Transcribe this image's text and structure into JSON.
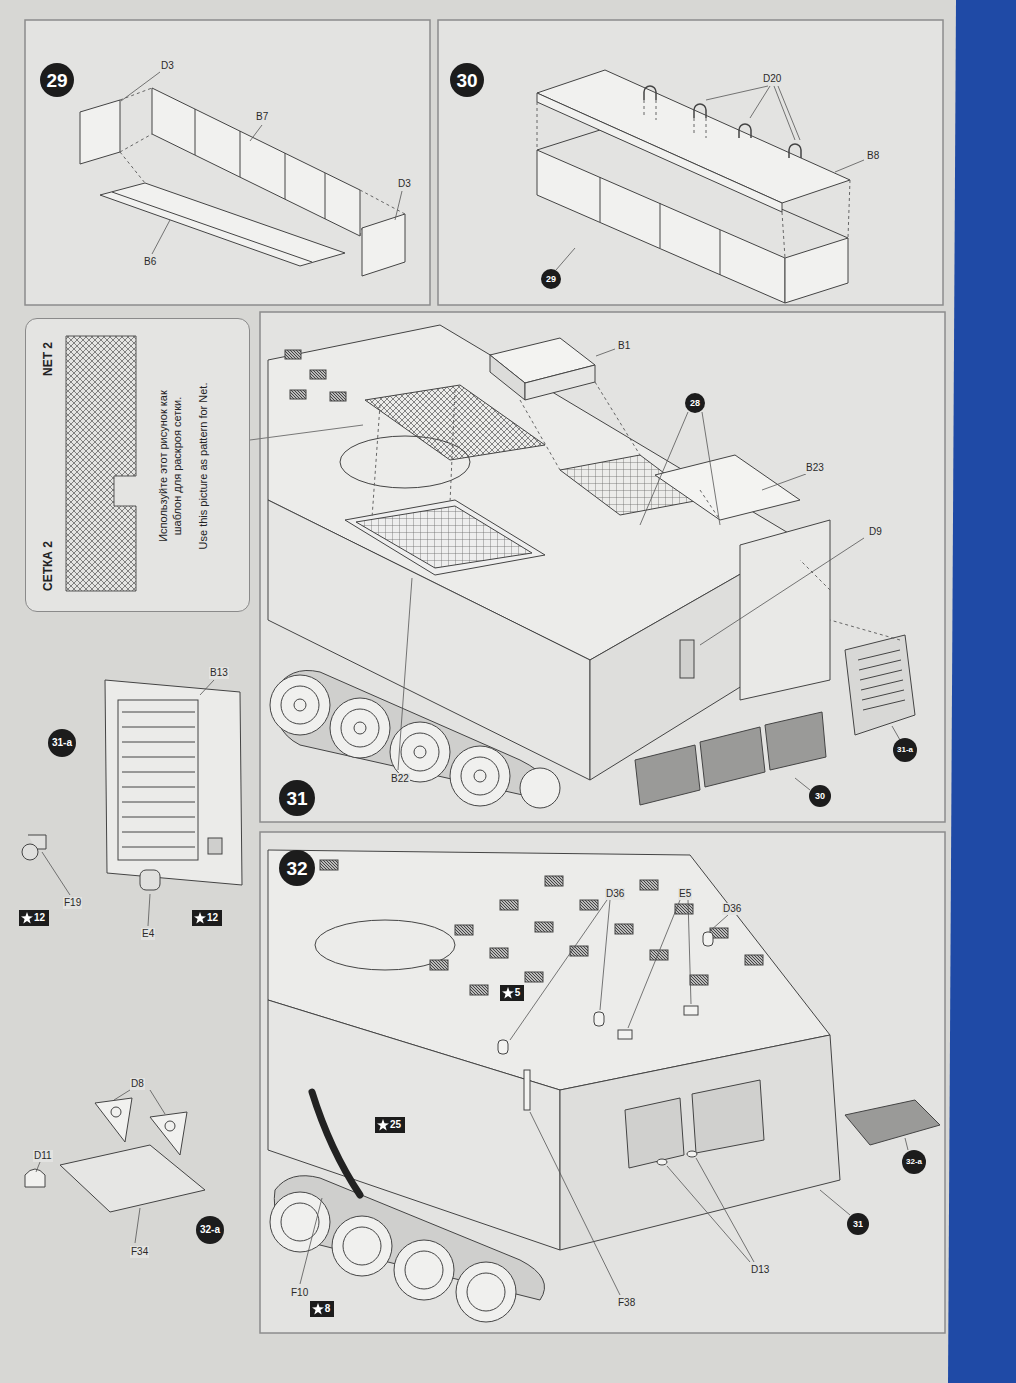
{
  "diagram": {
    "nodes": [
      {
        "text": [
          "29"
        ]
      },
      {
        "text": [
          "30"
        ]
      },
      {
        "text": [
          "NET 2",
          "Используйте этот рисунок как шаблон для раскроя сетки.",
          "Use this picture as pattern for Net.",
          "СЕТКА 2"
        ]
      },
      {
        "text": [
          "29"
        ]
      },
      {
        "text": [
          "28"
        ]
      },
      {
        "text": [
          "31"
        ]
      },
      {
        "text": [
          "31-a"
        ]
      },
      {
        "text": [
          "30"
        ]
      },
      {
        "text": [
          "31-a"
        ]
      },
      {
        "text": [
          "12"
        ]
      },
      {
        "text": [
          "12"
        ]
      },
      {
        "text": [
          "32"
        ]
      },
      {
        "text": [
          "5"
        ]
      },
      {
        "text": [
          "25"
        ]
      },
      {
        "text": [
          "31"
        ]
      },
      {
        "text": [
          "32-a"
        ]
      },
      {
        "text": [
          "8"
        ]
      },
      {
        "text": [
          "32-a"
        ]
      }
    ],
    "labels": [
      "D3",
      "B7",
      "D3",
      "B6",
      "D20",
      "B8",
      "B1",
      "B23",
      "D9",
      "B22",
      "B13",
      "F19",
      "E4",
      "D8",
      "D11",
      "F34",
      "D36",
      "E5",
      "D36",
      "F10",
      "F38",
      "D13"
    ]
  }
}
